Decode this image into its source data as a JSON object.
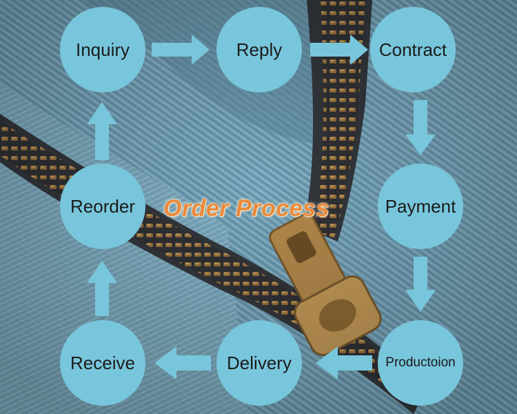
{
  "diagram": {
    "title": "Order Process",
    "steps": {
      "inquiry": "Inquiry",
      "reply": "Reply",
      "contract": "Contract",
      "payment": "Payment",
      "production": "Productoion",
      "delivery": "Delivery",
      "receive": "Receive",
      "reorder": "Reorder"
    },
    "colors": {
      "node_fill": "#78c6dc",
      "arrow": "#78c6dc",
      "title": "#e98a3b",
      "background_denim": "#6f9db3"
    },
    "background_image": "denim fabric with brass zipper"
  }
}
